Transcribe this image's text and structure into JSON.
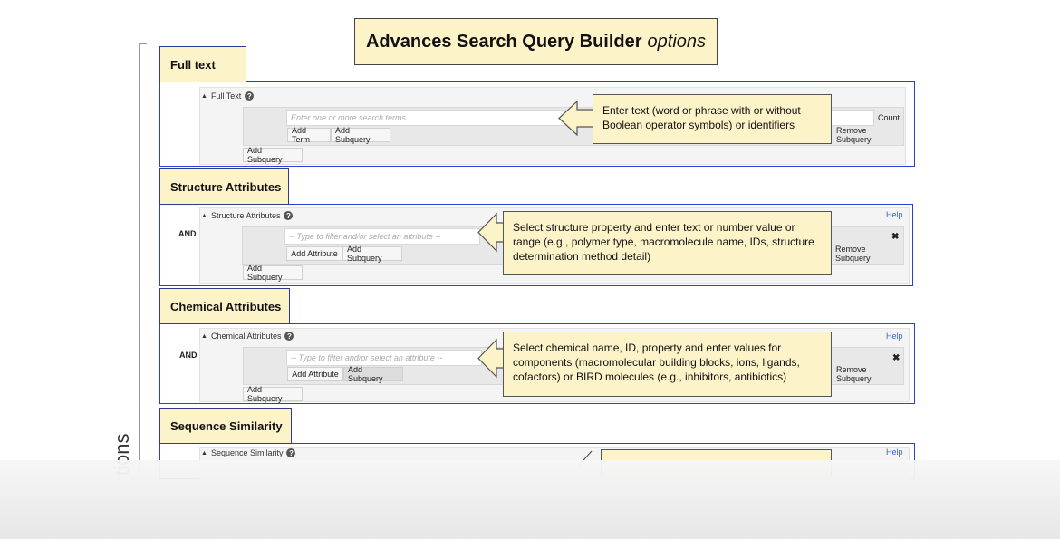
{
  "title": {
    "bold": "Advances Search Query Builder",
    "italic": "options"
  },
  "side_label": "tions",
  "sections": {
    "full_text": {
      "label": "Full text",
      "header": "Full Text",
      "input_placeholder": "Enter one or more search terms.",
      "count": "Count",
      "add_term": "Add Term",
      "add_subquery_inner": "Add Subquery",
      "remove_subquery": "Remove Subquery",
      "add_subquery": "Add Subquery",
      "callout": "Enter text (word or phrase with or without Boolean operator symbols) or identifiers"
    },
    "structure": {
      "label": "Structure Attributes",
      "header": "Structure Attributes",
      "help": "Help",
      "and": "AND",
      "input_placeholder": "-- Type to filter and/or select an attribute --",
      "close": "✖",
      "add_attribute": "Add Attribute",
      "add_subquery_inner": "Add Subquery",
      "remove_subquery": "Remove Subquery",
      "add_subquery": "Add Subquery",
      "callout": "Select structure property and enter text or number value or range (e.g., polymer type, macromolecule name, IDs, structure determination method detail)"
    },
    "chemical": {
      "label": "Chemical  Attributes",
      "header": "Chemical Attributes",
      "help": "Help",
      "and": "AND",
      "input_placeholder": "-- Type to filter and/or select an attribute --",
      "close": "✖",
      "add_attribute": "Add Attribute",
      "add_subquery_inner": "Add Subquery",
      "remove_subquery": "Remove Subquery",
      "add_subquery": "Add Subquery",
      "callout": "Select chemical name, ID, property and enter values for components (macromolecular building blocks, ions, ligands, cofactors) or BIRD molecules (e.g., inhibitors, antibiotics)"
    },
    "sequence": {
      "label": "Sequence Similarity",
      "header": "Sequence Similarity",
      "help": "Help"
    }
  },
  "colors": {
    "callout_bg": "#fdf3c9",
    "panel_border": "#2b3fd1",
    "help_link": "#3367c8"
  }
}
